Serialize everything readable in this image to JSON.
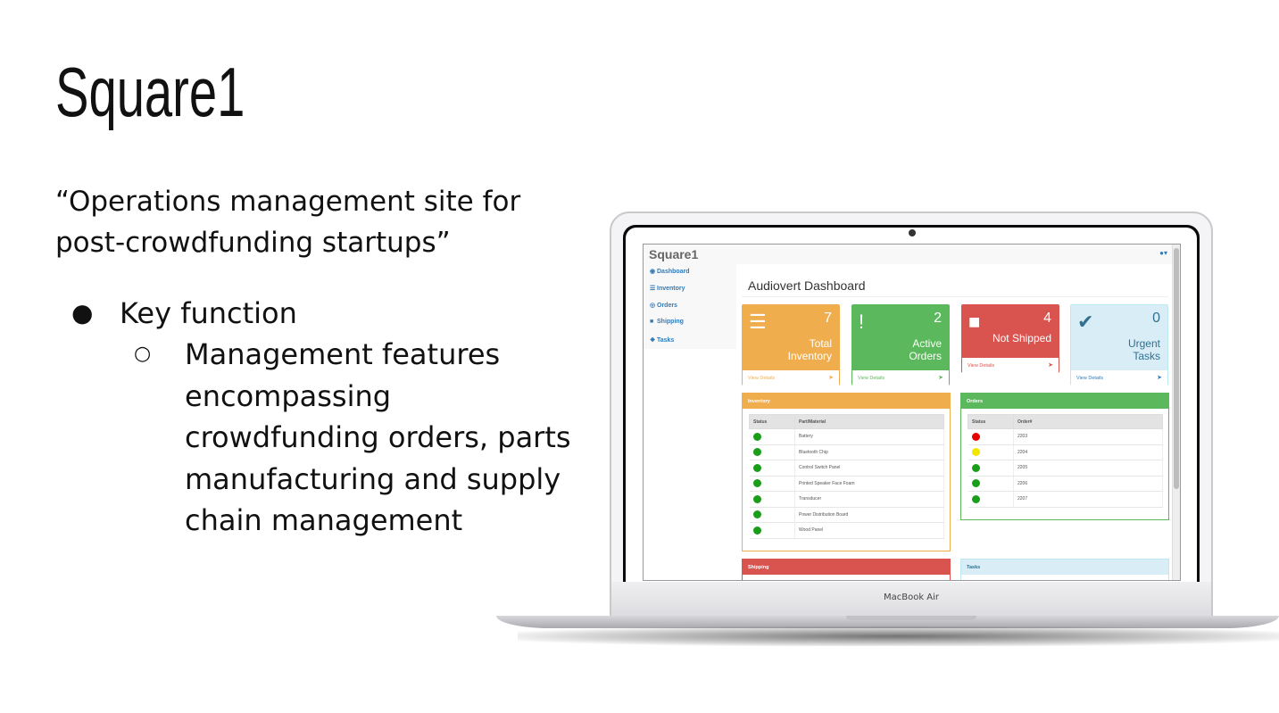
{
  "slide": {
    "title": "Square1",
    "tagline": "“Operations management site for post-crowdfunding startups”",
    "bullet": "Key function",
    "sub_bullet": "Management features encompassing crowdfunding orders, parts manufacturing and supply chain management"
  },
  "laptop": {
    "label": "MacBook Air"
  },
  "app": {
    "brand": "Square1",
    "sidebar": [
      {
        "icon": "dashboard-icon",
        "glyph": "◉",
        "label": "Dashboard"
      },
      {
        "icon": "inventory-icon",
        "glyph": "☰",
        "label": "Inventory"
      },
      {
        "icon": "orders-icon",
        "glyph": "◎",
        "label": "Orders"
      },
      {
        "icon": "truck-icon",
        "glyph": "■",
        "label": "Shipping"
      },
      {
        "icon": "tasks-icon",
        "glyph": "❖",
        "label": "Tasks"
      }
    ],
    "heading": "Audiovert Dashboard",
    "cards": [
      {
        "count": "7",
        "label1": "Total",
        "label2": "Inventory",
        "footer": "View Details",
        "color": "#f0ad4e",
        "glyph": "☰"
      },
      {
        "count": "2",
        "label1": "Active",
        "label2": "Orders",
        "footer": "View Details",
        "color": "#5cb85c",
        "glyph": "!"
      },
      {
        "count": "4",
        "label1": "Not Shipped",
        "label2": "",
        "footer": "View Details",
        "color": "#d9534f",
        "glyph": "■"
      },
      {
        "count": "0",
        "label1": "Urgent",
        "label2": "Tasks",
        "footer": "View Details",
        "color": "#d9edf7",
        "glyph": "✔"
      }
    ],
    "inventory_panel": {
      "title": "Inventory",
      "headers": [
        "Status",
        "Part/Material"
      ],
      "rows": [
        {
          "status": "#1a9e1a",
          "name": "Battery"
        },
        {
          "status": "#1a9e1a",
          "name": "Bluetooth Chip"
        },
        {
          "status": "#1a9e1a",
          "name": "Control Switch Panel"
        },
        {
          "status": "#1a9e1a",
          "name": "Printed Speaker Face Foam"
        },
        {
          "status": "#1a9e1a",
          "name": "Transducer"
        },
        {
          "status": "#1a9e1a",
          "name": "Power Distribution Board"
        },
        {
          "status": "#1a9e1a",
          "name": "Wood Panel"
        }
      ]
    },
    "orders_panel": {
      "title": "Orders",
      "headers": [
        "Status",
        "Order#"
      ],
      "rows": [
        {
          "status": "#e60000",
          "order": "2203"
        },
        {
          "status": "#f2e600",
          "order": "2204"
        },
        {
          "status": "#1a9e1a",
          "order": "2205"
        },
        {
          "status": "#1a9e1a",
          "order": "2206"
        },
        {
          "status": "#1a9e1a",
          "order": "2207"
        }
      ]
    },
    "shipping_panel": {
      "title": "Shipping"
    },
    "tasks_panel": {
      "title": "Tasks"
    }
  }
}
